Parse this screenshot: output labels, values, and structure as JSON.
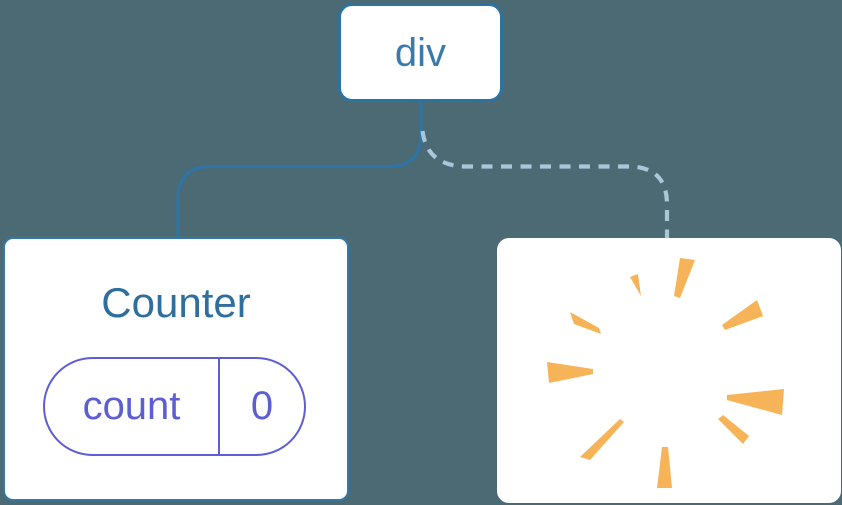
{
  "tree": {
    "root": {
      "label": "div"
    },
    "counter": {
      "title": "Counter",
      "state": {
        "key": "count",
        "value": "0"
      }
    },
    "removed": {
      "icon": "poof-icon"
    }
  },
  "colors": {
    "background": "#4C6A73",
    "node_fill": "#FFFFFF",
    "root_border": "#2B73A3",
    "counter_border": "#3578A8",
    "edge_solid": "#2F74A4",
    "edge_dashed": "#A9C7DB",
    "root_label": "#3B7BAB",
    "counter_title": "#2E6F9E",
    "state_purple": "#5D5DD5",
    "poof_orange": "#F6B357"
  }
}
